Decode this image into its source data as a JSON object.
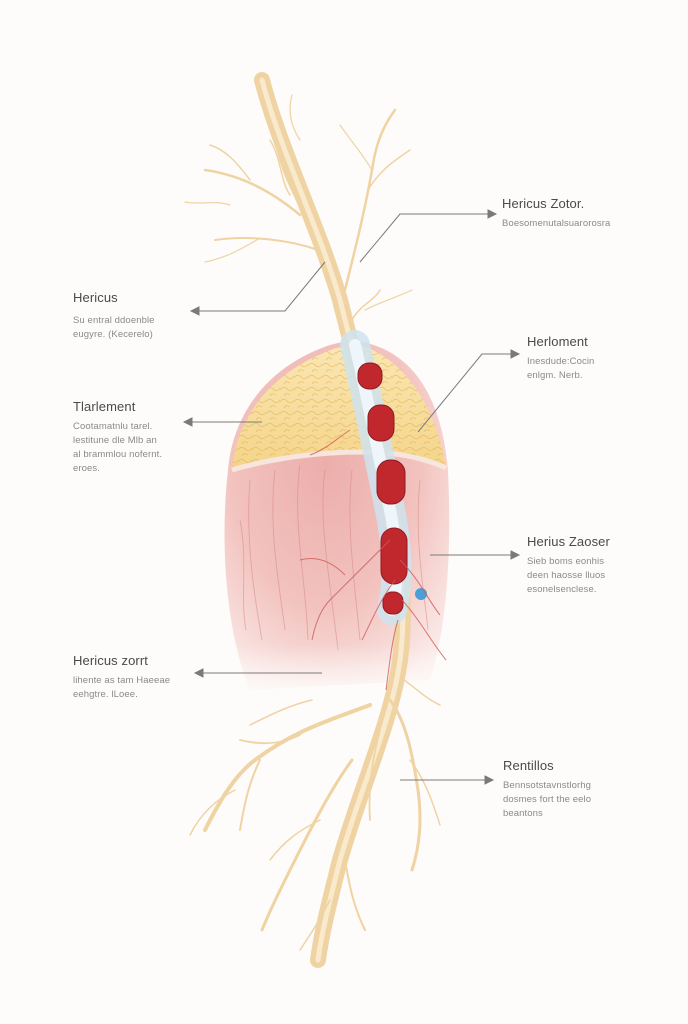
{
  "colors": {
    "background": "#fdfcfb",
    "nerve": "#f1d6a8",
    "nerve_highlight": "#fbecd2",
    "fat_layer": "#f7dc9a",
    "muscle": "#e9a7a3",
    "blood_cell": "#c0282d",
    "vessel_sheath": "#cfe3ef",
    "dot": "#4b9fd8",
    "leader_line": "#777777"
  },
  "labels": [
    {
      "id": "right-1",
      "title": "Hericus Zotor.",
      "desc": [
        "Boesomenutalsuarorosra"
      ]
    },
    {
      "id": "left-1",
      "title": "Hericus",
      "desc": [
        "Su entral ddoenble",
        "eugyre. (Kecerelo)"
      ]
    },
    {
      "id": "right-2",
      "title": "Herloment",
      "desc": [
        "Inesdude:Cocin",
        "enlgm. Nerb."
      ]
    },
    {
      "id": "left-2",
      "title": "Tlarlement",
      "desc": [
        "Cootamatnlu tarel.",
        "lestitune dle Mlb an",
        "al brammlou nofernt.",
        "eroes."
      ]
    },
    {
      "id": "right-3",
      "title": "Herius Zaoser",
      "desc": [
        "Sieb boms eonhis",
        "deen haosse lluos",
        "esonelsenclese."
      ]
    },
    {
      "id": "left-3",
      "title": "Hericus zorrt",
      "desc": [
        "lihente as tam Haeeae",
        "eehgtre. lLoee."
      ]
    },
    {
      "id": "right-4",
      "title": "Rentillos",
      "desc": [
        "Bennsotstavnstlorhg",
        "dosmes fort the eelo",
        "beantons"
      ]
    }
  ]
}
